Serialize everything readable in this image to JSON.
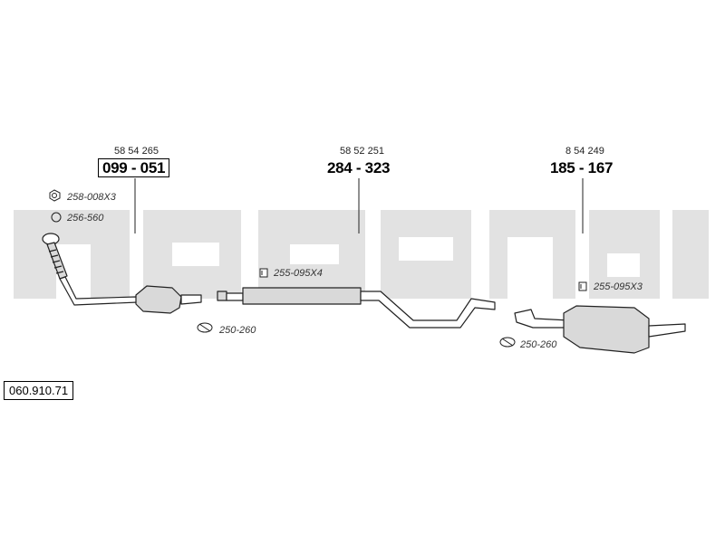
{
  "diagram_code": "060.910.71",
  "parts": [
    {
      "id": "front-pipe",
      "ref": "58 54 265",
      "number": "099 - 051",
      "boxed": true
    },
    {
      "id": "middle-section",
      "ref": "58 52 251",
      "number": "284 - 323",
      "boxed": false
    },
    {
      "id": "rear-silencer",
      "ref": "8 54 249",
      "number": "185 - 167",
      "boxed": false
    }
  ],
  "accessories": [
    {
      "id": "nut",
      "label": "258-008X3",
      "icon": "hex-nut-icon"
    },
    {
      "id": "gasket-ring",
      "label": "256-560",
      "icon": "ring-gasket-icon"
    },
    {
      "id": "front-bolt",
      "label": "255-095X4",
      "icon": "bolt-icon"
    },
    {
      "id": "front-clamp",
      "label": "250-260",
      "icon": "clamp-icon"
    },
    {
      "id": "rear-bolt",
      "label": "255-095X3",
      "icon": "bolt-icon"
    },
    {
      "id": "rear-clamp",
      "label": "250-260",
      "icon": "clamp-icon"
    }
  ],
  "colors": {
    "watermark": "#e2e2e2",
    "line": "#222222",
    "part_fill": "#d9d9d9"
  }
}
